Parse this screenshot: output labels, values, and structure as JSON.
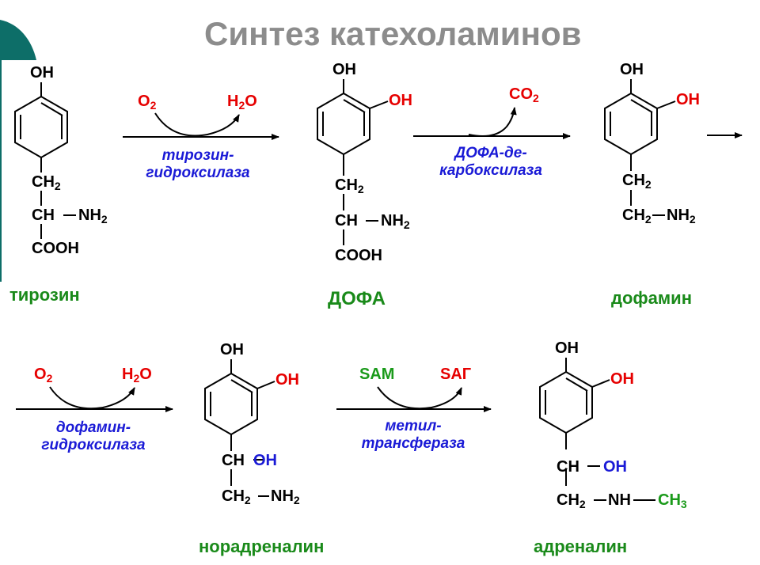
{
  "title": "Синтез катехоламинов",
  "colors": {
    "title": "#8c8c8c",
    "text": "#000000",
    "oxygen_groups": "#e60000",
    "enzymes": "#1a1ad6",
    "captions": "#1a8a1a",
    "corner_accent": "#0d6e68"
  },
  "molecules": {
    "tyrosine": {
      "oh": "OH",
      "ch2": "CH",
      "ch2_sub": "2",
      "ch": "CH",
      "nh2": "NH",
      "nh2_sub": "2",
      "cooh": "COOH",
      "caption": "тирозин"
    },
    "dopa": {
      "oh_top": "OH",
      "oh_side": "OH",
      "ch2": "CH",
      "ch2_sub": "2",
      "ch": "CH",
      "nh2": "NH",
      "nh2_sub": "2",
      "cooh": "COOH",
      "caption": "ДОФА"
    },
    "dopamine": {
      "oh_top": "OH",
      "oh_side": "OH",
      "ch2_a": "CH",
      "ch2_a_sub": "2",
      "ch2_b": "CH",
      "ch2_b_sub": "2",
      "nh2": "NH",
      "nh2_sub": "2",
      "caption": "дофамин"
    },
    "noradrenaline": {
      "oh_top": "OH",
      "oh_side": "OH",
      "ch": "CH",
      "ch_oh": "OH",
      "ch2": "CH",
      "ch2_sub": "2",
      "nh2": "NH",
      "nh2_sub": "2",
      "caption": "норадреналин"
    },
    "adrenaline": {
      "oh_top": "OH",
      "oh_side": "OH",
      "ch": "CH",
      "ch_oh": "OH",
      "ch2": "CH",
      "ch2_sub": "2",
      "nh": "NH",
      "ch3": "CH",
      "ch3_sub": "3",
      "caption": "адреналин"
    }
  },
  "reactions": {
    "r1": {
      "in": "O",
      "in_sub": "2",
      "out_a": "H",
      "out_sub": "2",
      "out_b": "O",
      "enzyme_line1": "тирозин-",
      "enzyme_line2": "гидроксилаза"
    },
    "r2": {
      "out_a": "CO",
      "out_sub": "2",
      "enzyme_line1": "ДОФА-де-",
      "enzyme_line2": "карбоксилаза"
    },
    "r3": {
      "in": "O",
      "in_sub": "2",
      "out_a": "H",
      "out_sub": "2",
      "out_b": "O",
      "enzyme_line1": "дофамин-",
      "enzyme_line2": "гидроксилаза"
    },
    "r4": {
      "in": "SAM",
      "out": "SAГ",
      "enzyme_line1": "метил-",
      "enzyme_line2": "трансфераза"
    }
  }
}
